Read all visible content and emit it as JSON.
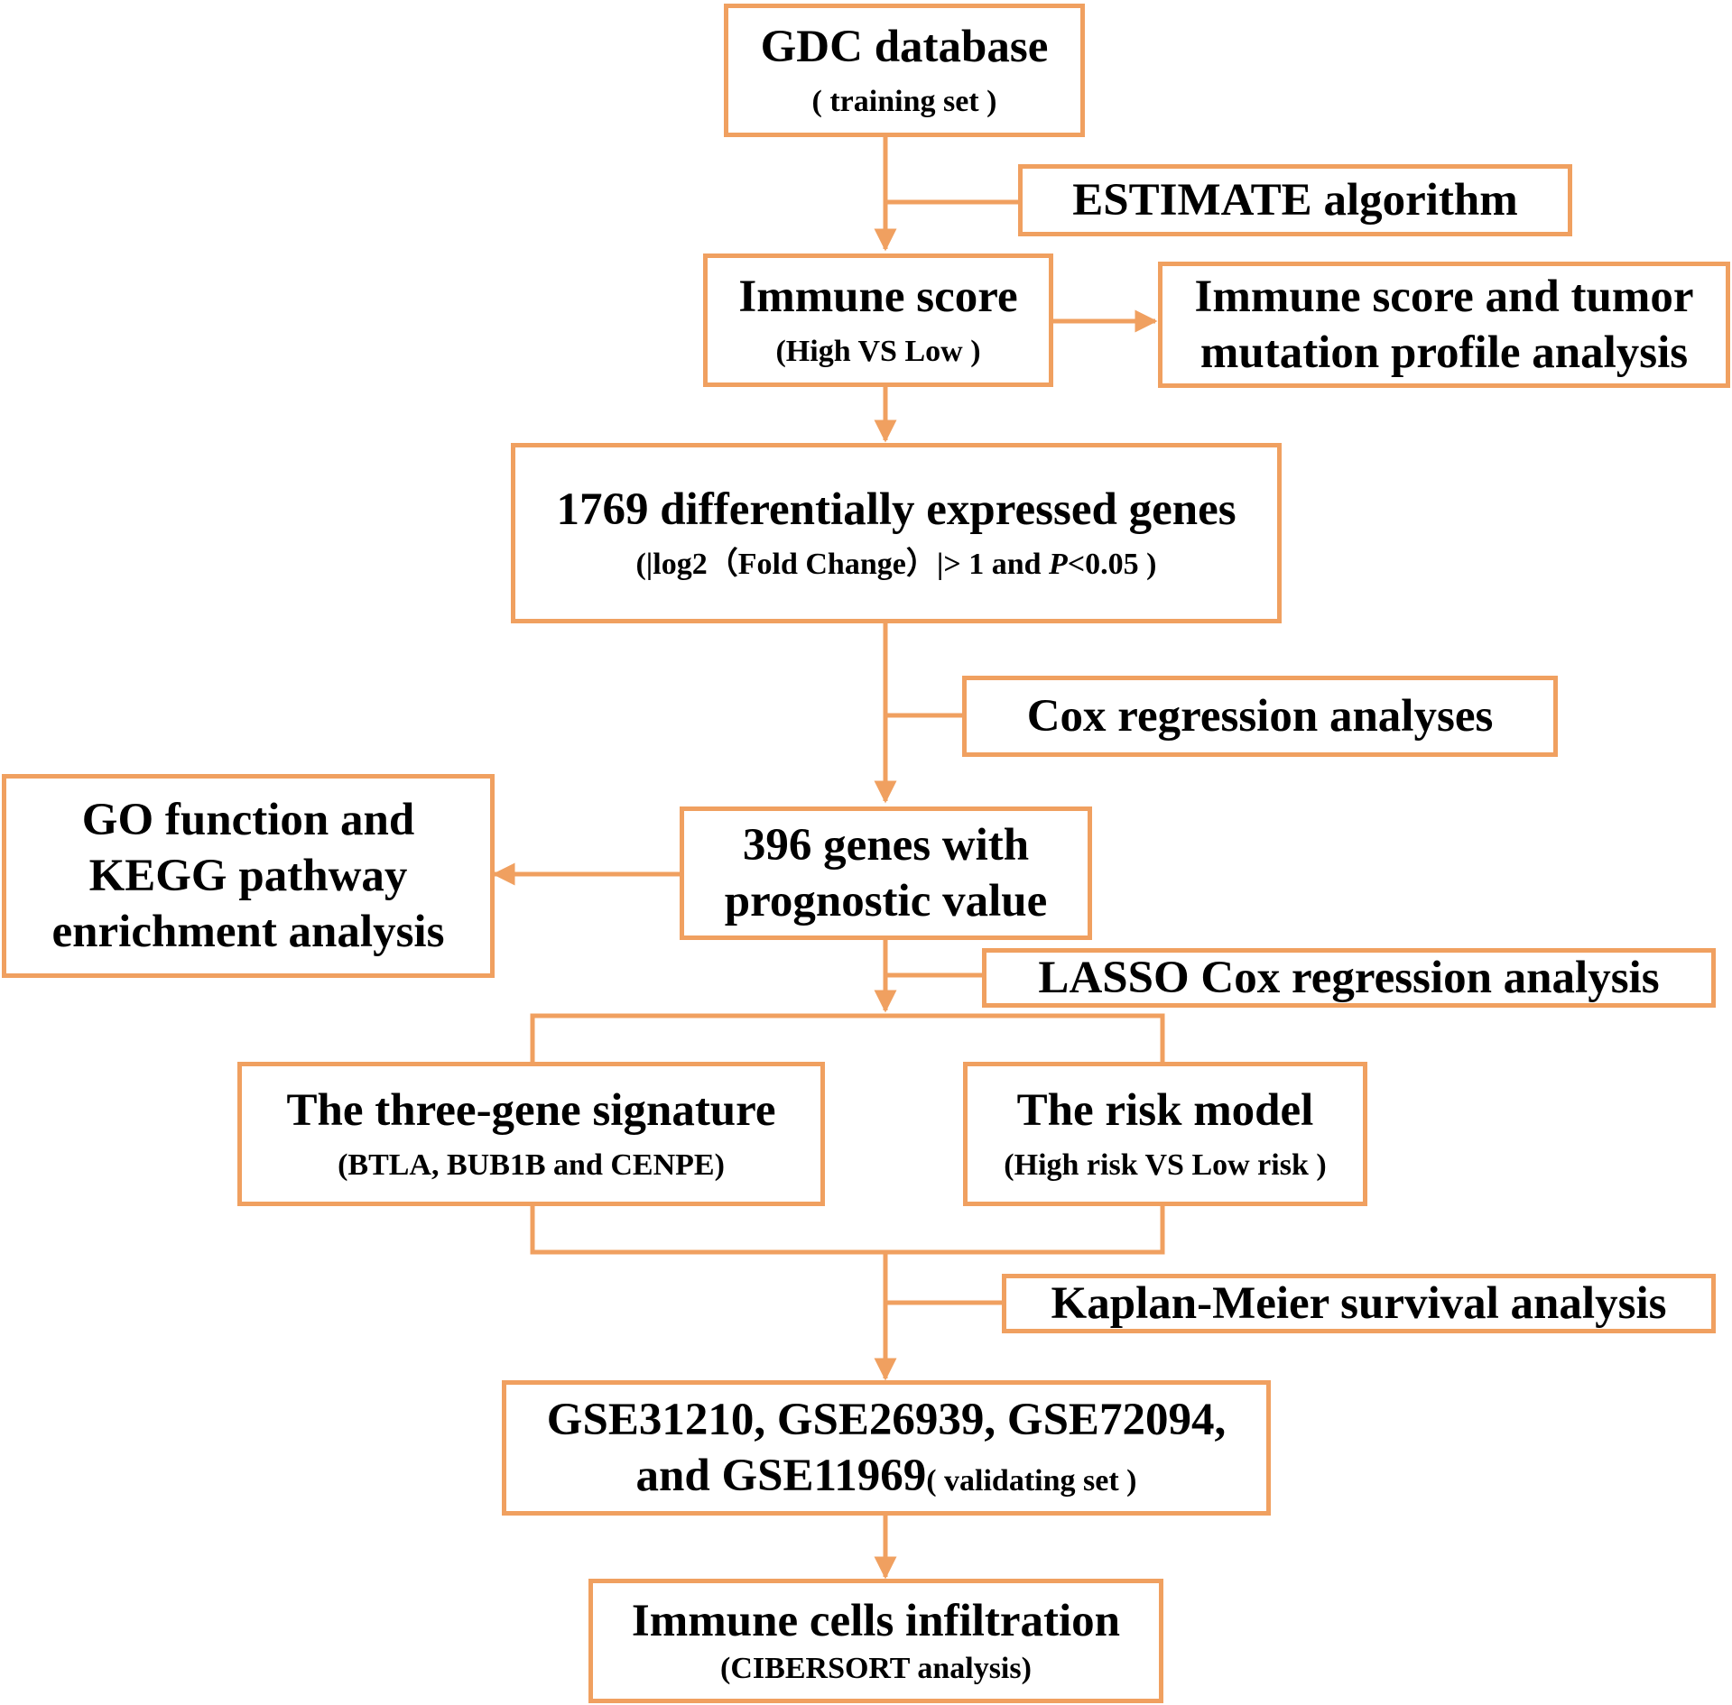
{
  "colors": {
    "stroke": "#F0A060",
    "text": "#000000"
  },
  "nodes": {
    "gdc": {
      "title": "GDC database",
      "sub": "( training set )"
    },
    "estimate": {
      "label": "ESTIMATE algorithm"
    },
    "immune_score": {
      "title": "Immune score",
      "sub": "(High VS Low )"
    },
    "mutation": {
      "line1": "Immune score and tumor",
      "line2": "mutation profile analysis"
    },
    "degs": {
      "title": "1769 differentially expressed genes",
      "sub_pre": "(|log2（Fold Change）|> 1  and ",
      "sub_p": "P",
      "sub_post": "<0.05 )"
    },
    "cox": {
      "label": "Cox  regression analyses"
    },
    "genes396": {
      "line1": "396 genes with",
      "line2": "prognostic value"
    },
    "go_kegg": {
      "line1": "GO function and",
      "line2": "KEGG pathway",
      "line3": "enrichment analysis"
    },
    "lasso": {
      "label": "LASSO Cox regression analysis"
    },
    "signature": {
      "title": "The three-gene signature",
      "sub": "(BTLA, BUB1B and CENPE)"
    },
    "risk": {
      "title": "The risk model",
      "sub": "(High risk VS Low risk )"
    },
    "km": {
      "label": "Kaplan-Meier survival analysis"
    },
    "gse": {
      "line1": "GSE31210, GSE26939, GSE72094,",
      "line2": "and GSE11969",
      "line2_sub": "( validating set )"
    },
    "immune_cells": {
      "title": "Immune cells infiltration",
      "sub": "(CIBERSORT analysis)"
    }
  }
}
